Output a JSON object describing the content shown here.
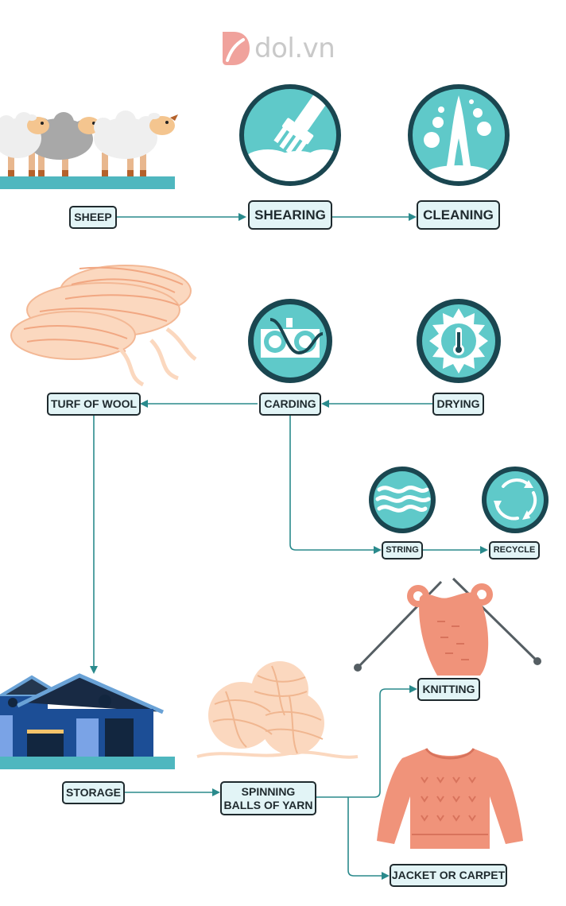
{
  "brand": {
    "logo_text": "dol.vn",
    "accent": "#f0a29c",
    "teal": "#5cc9c9",
    "dark_teal": "#184a50",
    "label_bg": "#e2f4f6"
  },
  "steps": {
    "sheep": "SHEEP",
    "shearing": "SHEARING",
    "cleaning": "CLEANING",
    "turf_of_wool": "TURF OF WOOL",
    "carding": "CARDING",
    "drying": "DRYING",
    "string": "STRING",
    "recycle": "RECYCLE",
    "knitting": "KNITTING",
    "storage": "STORAGE",
    "spinning": "SPINNING\nBALLS OF YARN",
    "jacket_or_carpet": "JACKET OR CARPET"
  },
  "icons": {
    "shearing": "shears-icon",
    "cleaning": "water-spray-icon",
    "carding": "carding-rollers-icon",
    "drying": "sun-thermometer-icon",
    "string": "wool-strands-icon",
    "recycle": "recycle-icon"
  }
}
